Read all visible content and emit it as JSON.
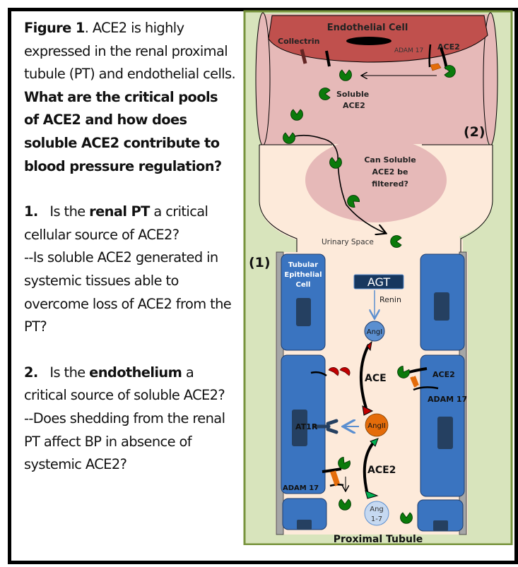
{
  "caption": {
    "figure_label": "Figure 1",
    "figure_text": ".  ACE2 is highly expressed in the renal proximal tubule (PT) and endothelial cells.",
    "question_bold": "What are the critical pools of ACE2 and how does soluble ACE2 contribute to blood pressure regulation?",
    "q1_number": "1.",
    "q1_pre": "Is the ",
    "q1_bold": "renal PT",
    "q1_post": " a critical cellular source of ACE2?",
    "q1_sub": "--Is soluble ACE2 generated in systemic tissues able to overcome loss of ACE2 from the PT?",
    "q2_number": "2.",
    "q2_pre": "Is the ",
    "q2_bold": "endothelium",
    "q2_post": " a critical source of soluble ACE2?",
    "q2_sub": "--Does shedding from the renal PT affect BP in absence of systemic ACE2?"
  },
  "diagram": {
    "endothelial_cell_label": "Endothelial Cell",
    "collectrin_label": "Collectrin",
    "adam17_top_label": "ADAM 17",
    "ace2_top_label": "ACE2",
    "soluble_ace2_label_1": "Soluble",
    "soluble_ace2_label_2": "ACE2",
    "region2_label": "(2)",
    "filtered_q_1": "Can Soluble",
    "filtered_q_2": "ACE2 be",
    "filtered_q_3": "filtered?",
    "urinary_space_label": "Urinary Space",
    "region1_label": "(1)",
    "tubular_cell_1": "Tubular",
    "tubular_cell_2": "Epithelial",
    "tubular_cell_3": "Cell",
    "agt_label": "AGT",
    "renin_label": "Renin",
    "angi_label": "AngI",
    "ace_label": "ACE",
    "angii_label": "AngII",
    "at1r_label": "AT1R",
    "ace2_right_label": "ACE2",
    "adam17_right_label": "ADAM 17",
    "ace2_bottom_label": "ACE2",
    "adam17_left_label": "ADAM 17",
    "ang17_label_1": "Ang",
    "ang17_label_2": "1-7",
    "proximal_tubule_label": "Proximal Tubule"
  },
  "colors": {
    "panel_green": "#d8e4bc",
    "panel_border": "#77933c",
    "endothelial_cell": "#c0504d",
    "vessel_lumen": "#e6b9b8",
    "urinary_space": "#fdeada",
    "epithelial_cell": "#3a74c0",
    "nucleus": "#254061",
    "ace2_green": "#0b7a0b",
    "ace_red": "#c00000",
    "angii_orange": "#e46c0a",
    "adam17_orange": "#e46c0a"
  }
}
